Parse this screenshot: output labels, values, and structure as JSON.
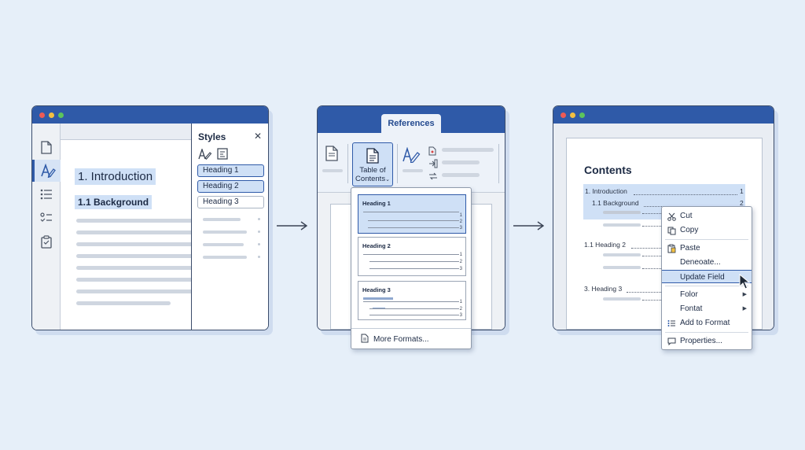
{
  "styles_panel": {
    "title": "Styles",
    "close_glyph": "✕",
    "style_items": [
      "Heading 1",
      "Heading 2",
      "Heading 3"
    ]
  },
  "document_1": {
    "heading_1": "1. Introduction",
    "heading_2": "1.1 Background"
  },
  "ribbon": {
    "tab_label": "References",
    "toc_button_label_line1": "Table of",
    "toc_button_label_line2": "Contents"
  },
  "toc_gallery": {
    "items": [
      {
        "title": "Heading 1",
        "page_numbers": [
          "1",
          "2",
          "3"
        ]
      },
      {
        "title": "Heading 2",
        "page_numbers": [
          "1",
          "2",
          "3"
        ]
      },
      {
        "title": "Heading 3",
        "page_numbers": [
          "1",
          "2",
          "3"
        ]
      }
    ],
    "more_formats": "More Formats..."
  },
  "document_3": {
    "contents_title": "Contents",
    "toc_entries": [
      {
        "text": "1. Introduction",
        "page": "1"
      },
      {
        "text": "1.1 Background",
        "page": "2"
      },
      {
        "text": "1.1 Heading 2",
        "page": ""
      },
      {
        "text": "3. Heading 3",
        "page": ""
      }
    ]
  },
  "context_menu": {
    "items": [
      {
        "label": "Cut",
        "icon": "scissors-icon"
      },
      {
        "label": "Copy",
        "icon": "copy-icon"
      },
      {
        "label": "Paste",
        "icon": "paste-icon"
      },
      {
        "label": "Deneoate...",
        "icon": ""
      },
      {
        "label": "Update Field",
        "icon": ""
      },
      {
        "label": "Folor",
        "icon": ""
      },
      {
        "label": "Fontat",
        "icon": ""
      },
      {
        "label": "Add to Format",
        "icon": "list-icon"
      },
      {
        "label": "Properties...",
        "icon": "comment-icon"
      }
    ],
    "selected_label": "Update Field"
  },
  "colors": {
    "titlebar": "#2f5aa8",
    "highlight": "#cfe0f6",
    "background": "#e6eff9"
  }
}
